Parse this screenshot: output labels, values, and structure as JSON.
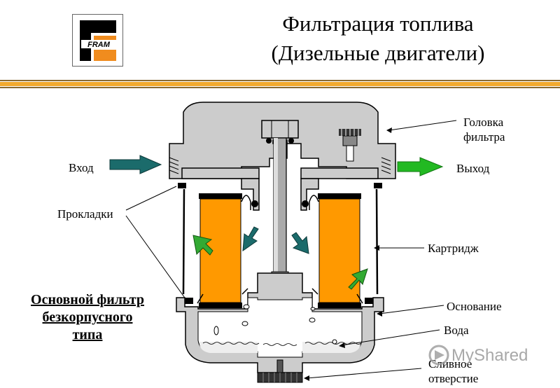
{
  "title": {
    "line1": "Фильтрация топлива",
    "line2": "(Дизельные двигатели)"
  },
  "logo": {
    "text": "FRAM",
    "colors": {
      "orange": "#f08c1e",
      "black": "#000000"
    }
  },
  "labels": {
    "head": {
      "line1": "Головка",
      "line2": "фильтра"
    },
    "inlet": "Вход",
    "outlet": "Выход",
    "gaskets": "Прокладки",
    "cartridge": "Картридж",
    "base": "Основание",
    "water": "Вода",
    "drain": {
      "line1": "Сливное",
      "line2": "отверстие"
    }
  },
  "caption": {
    "line1": "Основной фильтр",
    "line2": "безкорпусного",
    "line3": "типа"
  },
  "watermark": {
    "text": "MyShared"
  },
  "colors": {
    "housing": "#cccccc",
    "element": "#ff9900",
    "inlet_arrow": "#1b6b6b",
    "outlet_arrow": "#22b922",
    "flow_green": "#33aa33",
    "flow_teal": "#1b6b6b",
    "bar_orange": "#f2a92d"
  }
}
